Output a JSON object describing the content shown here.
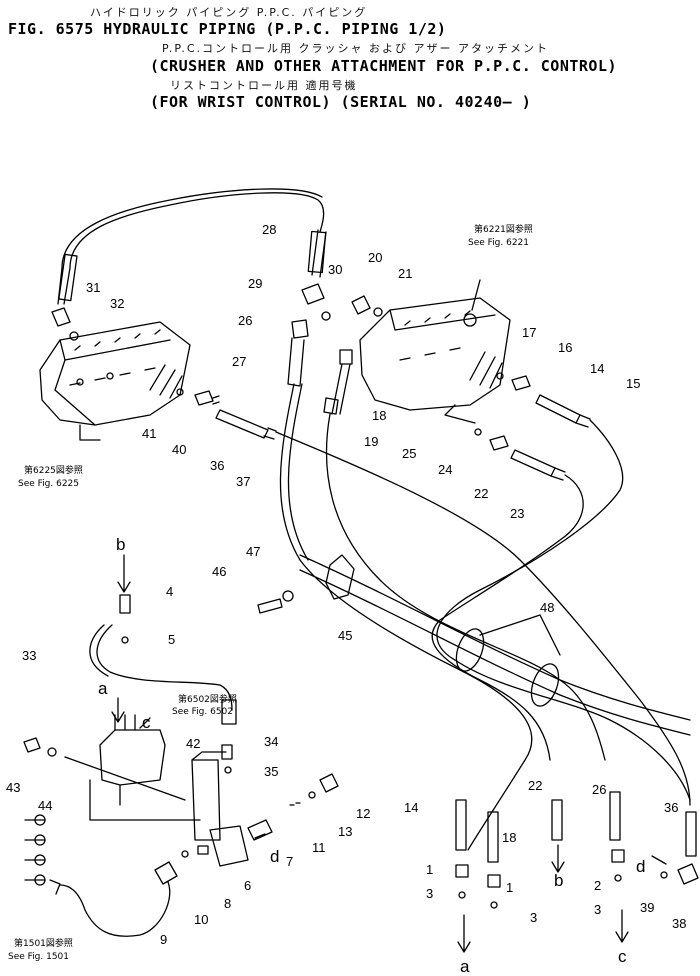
{
  "header": {
    "jp_line1": "ハイドロリック パイピング P.P.C. パイピング",
    "en_line1": "FIG. 6575  HYDRAULIC PIPING (P.P.C. PIPING 1/2)",
    "jp_line2": "P.P.C.コントロール用 クラッシャ および アザー アタッチメント",
    "en_line2": "(CRUSHER AND OTHER ATTACHMENT FOR P.P.C. CONTROL)",
    "jp_line3": "リストコントロール用     適用号機",
    "en_line3": "(FOR WRIST CONTROL) (SERIAL NO. 40240– )"
  },
  "refs": {
    "r6221_jp": "第6221図参照",
    "r6221_en": "See Fig. 6221",
    "r6225_jp": "第6225図参照",
    "r6225_en": "See Fig. 6225",
    "r6502_jp": "第6502図参照",
    "r6502_en": "See Fig. 6502",
    "r1501_jp": "第1501図参照",
    "r1501_en": "See Fig. 1501"
  },
  "parts": {
    "p1a": "1",
    "p1b": "1",
    "p2": "2",
    "p3a": "3",
    "p3b": "3",
    "p3c": "3",
    "p4": "4",
    "p5": "5",
    "p6": "6",
    "p7": "7",
    "p8": "8",
    "p9": "9",
    "p10": "10",
    "p11": "11",
    "p12": "12",
    "p13": "13",
    "p14a": "14",
    "p14b": "14",
    "p15": "15",
    "p16": "16",
    "p17": "17",
    "p18a": "18",
    "p18b": "18",
    "p19": "19",
    "p20": "20",
    "p21": "21",
    "p22a": "22",
    "p22b": "22",
    "p23": "23",
    "p24": "24",
    "p25": "25",
    "p26a": "26",
    "p26b": "26",
    "p27": "27",
    "p28": "28",
    "p29": "29",
    "p30": "30",
    "p31": "31",
    "p32": "32",
    "p33": "33",
    "p34": "34",
    "p35": "35",
    "p36a": "36",
    "p36b": "36",
    "p37": "37",
    "p38": "38",
    "p39": "39",
    "p40": "40",
    "p41": "41",
    "p42": "42",
    "p43": "43",
    "p44": "44",
    "p45": "45",
    "p46": "46",
    "p47": "47",
    "p48": "48"
  },
  "letters": {
    "a1": "a",
    "a2": "a",
    "b1": "b",
    "b2": "b",
    "c1": "c",
    "c2": "c",
    "d1": "d",
    "d2": "d"
  }
}
